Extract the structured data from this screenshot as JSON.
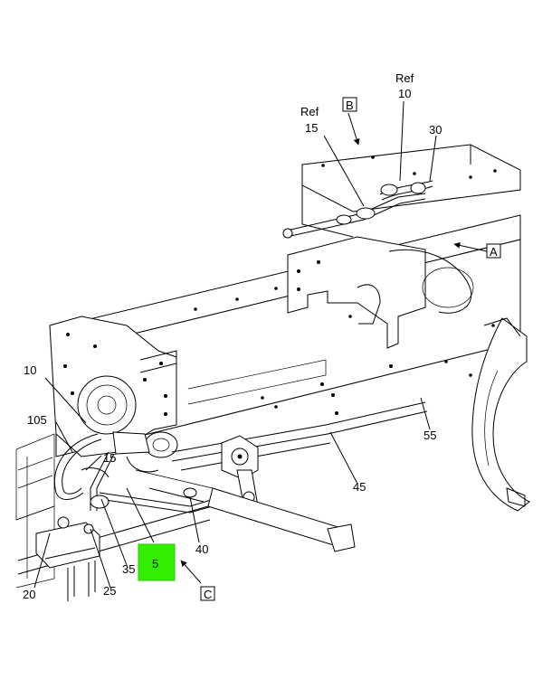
{
  "callouts": {
    "ref15_ref": "Ref",
    "ref15_num": "15",
    "ref10_ref": "Ref",
    "ref10_num": "10",
    "c30": "30",
    "c10": "10",
    "c105": "105",
    "c15": "15",
    "c20": "20",
    "c25": "25",
    "c35": "35",
    "c40": "40",
    "c45": "45",
    "c55": "55",
    "c5": "5"
  },
  "views": {
    "a": "A",
    "b": "B",
    "c": "C"
  },
  "colors": {
    "highlight": "#33ee00",
    "line": "#000000"
  }
}
